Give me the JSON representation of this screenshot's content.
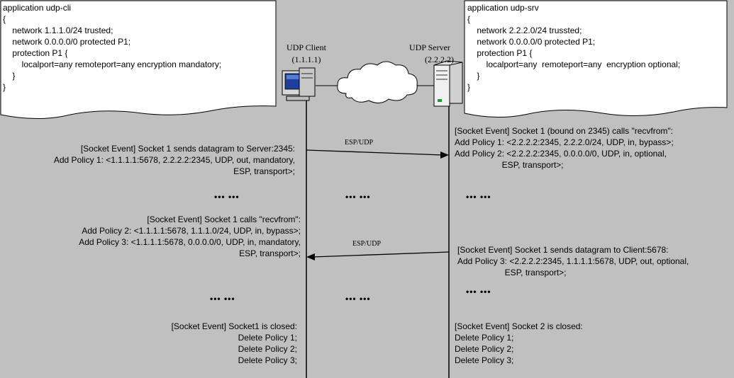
{
  "client_config": {
    "lines": [
      "application udp-cli",
      "{",
      "    network 1.1.1.0/24 trusted;",
      "    network 0.0.0.0/0 protected P1;",
      "    protection P1 {",
      "        localport=any remoteport=any encryption mandatory;",
      "    }",
      "}"
    ]
  },
  "server_config": {
    "lines": [
      "application udp-srv",
      "{",
      "    network 2.2.2.0/24 trussted;",
      "    network 0.0.0.0/0 protected P1;",
      "    protection P1 {",
      "        localport=any  remoteport=any  encryption optional;",
      "    }",
      "}"
    ]
  },
  "client": {
    "name": "UDP Client",
    "addr": "(1.1.1.1)"
  },
  "server": {
    "name": "UDP Server",
    "addr": "(2.2.2.2)"
  },
  "messages": {
    "m1": "ESP/UDP",
    "m2": "ESP/UDP"
  },
  "dots": {
    "text": "••• •••",
    "short": "••• •••"
  },
  "client_events": {
    "e1": [
      "[Socket Event] Socket 1 sends datagram to Server:2345:",
      "Add Policy 1: <1.1.1.1:5678, 2.2.2.2:2345, UDP, out, mandatory,",
      "ESP, transport>;"
    ],
    "e2": [
      "[Socket Event] Socket 1 calls \"recvfrom\":",
      "Add Policy 2: <1.1.1.1:5678, 1.1.1.0/24, UDP, in, bypass>;",
      "Add Policy 3: <1.1.1.1:5678, 0.0.0.0/0, UDP, in, mandatory,",
      "ESP, transport>;"
    ],
    "e3": [
      "[Socket Event] Socket1 is closed:",
      "Delete Policy 1;",
      "Delete Policy 2;",
      "Delete Policy 3;"
    ]
  },
  "server_events": {
    "e1": [
      "[Socket Event] Socket 1 (bound on 2345) calls \"recvfrom\":",
      "Add Policy 1: <2.2.2.2:2345, 2.2.2.0/24, UDP, in, bypass>;",
      "Add Policy 2: <2.2.2.2:2345, 0.0.0.0/0, UDP, in, optional,",
      "                    ESP, transport>;"
    ],
    "e2": [
      "[Socket Event] Socket 1 sends datagram to Client:5678:",
      "Add Policy 3: <2.2.2.2:2345, 1.1.1.1:5678, UDP, out, optional,",
      "                    ESP, transport>;"
    ],
    "e3": [
      "[Socket Event] Socket 2 is closed:",
      "Delete Policy 1;",
      "Delete Policy 2;",
      "Delete Policy 3;"
    ]
  }
}
